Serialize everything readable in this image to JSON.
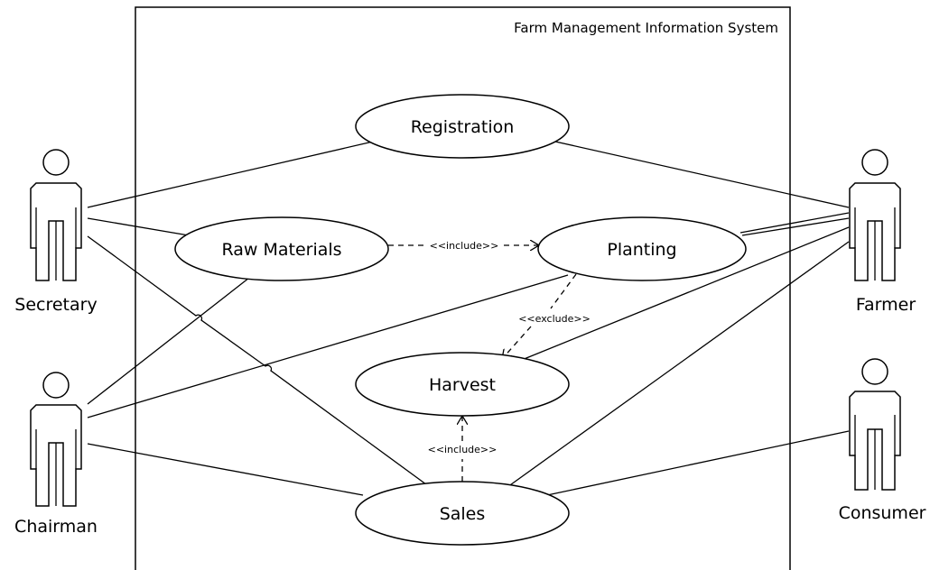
{
  "system": {
    "title": "Farm Management Information System"
  },
  "use_cases": {
    "registration": "Registration",
    "raw_materials": "Raw Materials",
    "planting": "Planting",
    "harvest": "Harvest",
    "sales": "Sales"
  },
  "actors": {
    "secretary": "Secretary",
    "chairman": "Chairman",
    "farmer": "Farmer",
    "consumer": "Consumer"
  },
  "relations": {
    "include_raw_planting": "<<include>>",
    "exclude_planting_harvest": "<<exclude>>",
    "include_sales_harvest": "<<include>>"
  }
}
